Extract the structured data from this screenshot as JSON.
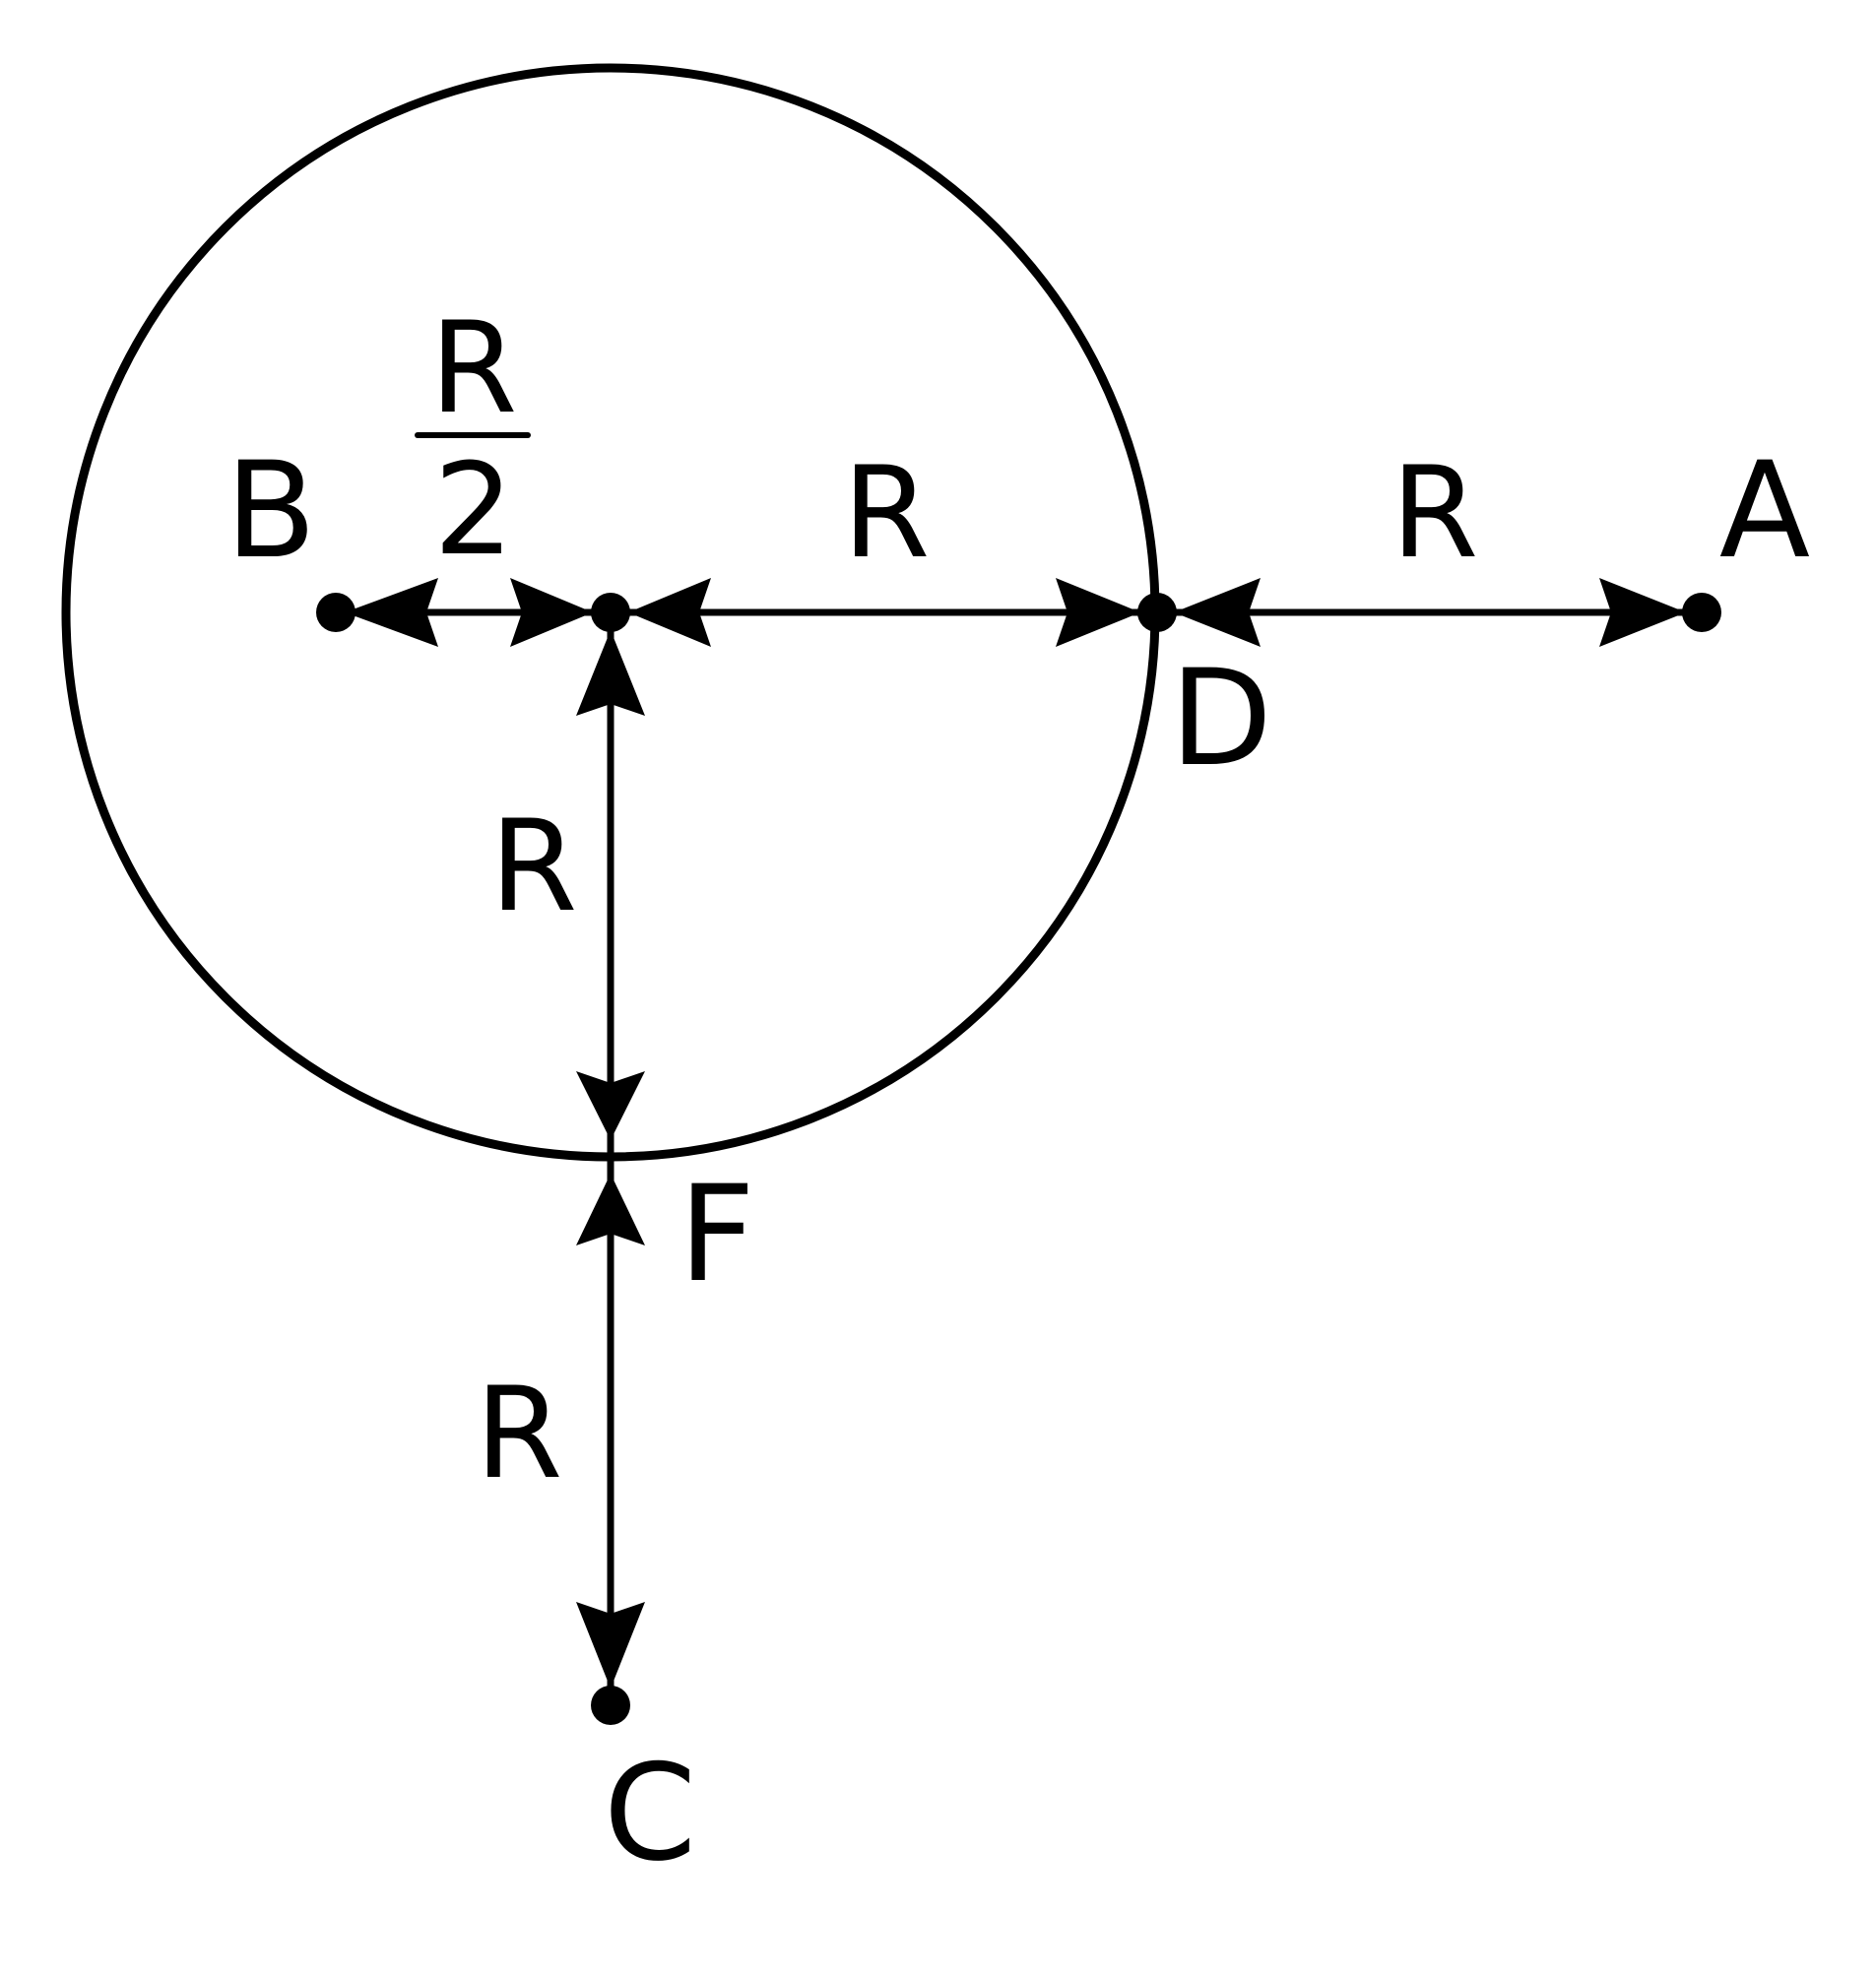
{
  "diagram": {
    "points": {
      "A": "A",
      "B": "B",
      "C": "C",
      "D": "D",
      "F": "F"
    },
    "dimensions": {
      "b_to_center": {
        "numerator": "R",
        "denominator": "2"
      },
      "center_to_d": "R",
      "d_to_a": "R",
      "center_to_f": "R",
      "f_to_c": "R"
    },
    "colors": {
      "stroke": "#000000",
      "background": "#ffffff"
    }
  }
}
